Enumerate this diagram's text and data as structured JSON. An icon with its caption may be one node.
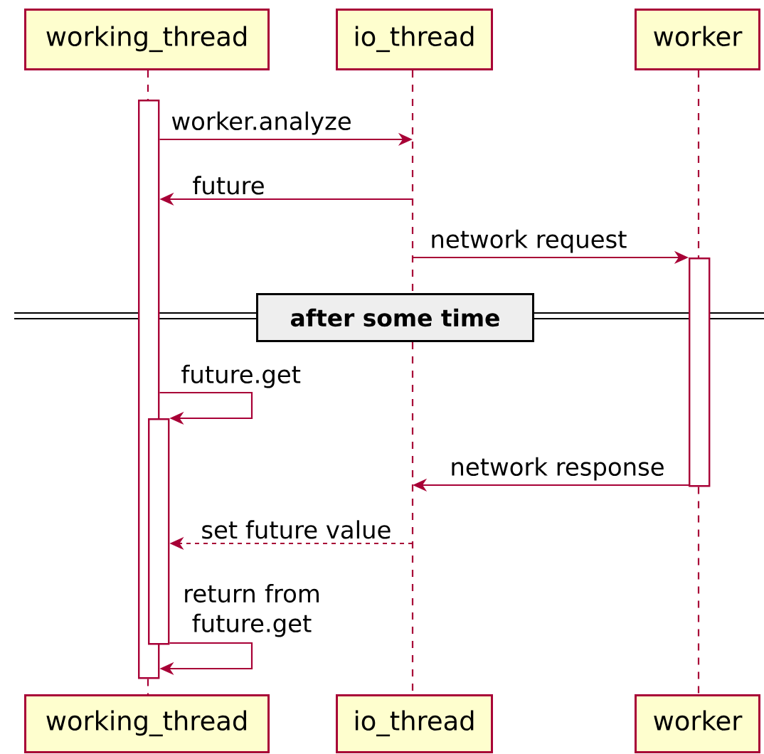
{
  "diagram": {
    "nodes": [
      {
        "text": [
          "working_thread"
        ]
      },
      {
        "text": [
          "io_thread"
        ]
      },
      {
        "text": [
          "worker"
        ]
      },
      {
        "text": [
          "working_thread"
        ]
      },
      {
        "text": [
          "io_thread"
        ]
      },
      {
        "text": [
          "worker"
        ]
      },
      {
        "text": [],
        "shape": "bar"
      },
      {
        "text": [],
        "shape": "bar"
      },
      {
        "text": [],
        "shape": "bar"
      },
      {
        "text": [
          "after some time"
        ]
      }
    ],
    "edges": [
      {
        "from": 0,
        "to": 6,
        "arrow": "none",
        "style": "dashed"
      },
      {
        "from": 6,
        "to": 3,
        "arrow": "none",
        "style": "dashed"
      },
      {
        "from": 1,
        "to": 9,
        "arrow": "none",
        "style": "dashed"
      },
      {
        "from": 9,
        "to": 4,
        "arrow": "none",
        "style": "dashed"
      },
      {
        "from": 2,
        "to": 8,
        "arrow": "none",
        "style": "dashed"
      },
      {
        "from": 8,
        "to": 5,
        "arrow": "none",
        "style": "dashed"
      },
      {
        "from": 6,
        "to": null,
        "arrow": "to",
        "label": "worker.analyze"
      },
      {
        "from": null,
        "to": 6,
        "arrow": "to",
        "label": "future"
      },
      {
        "from": null,
        "to": 8,
        "arrow": "to",
        "label": "network request"
      },
      {
        "from": 6,
        "to": 7,
        "arrow": "to",
        "label": "future.get"
      },
      {
        "from": 8,
        "to": null,
        "arrow": "to",
        "label": "network response"
      },
      {
        "from": null,
        "to": 7,
        "arrow": "to",
        "label": "set future value",
        "style": "dashed"
      },
      {
        "from": 7,
        "to": 6,
        "arrow": "to",
        "label": "return from future.get"
      }
    ]
  }
}
